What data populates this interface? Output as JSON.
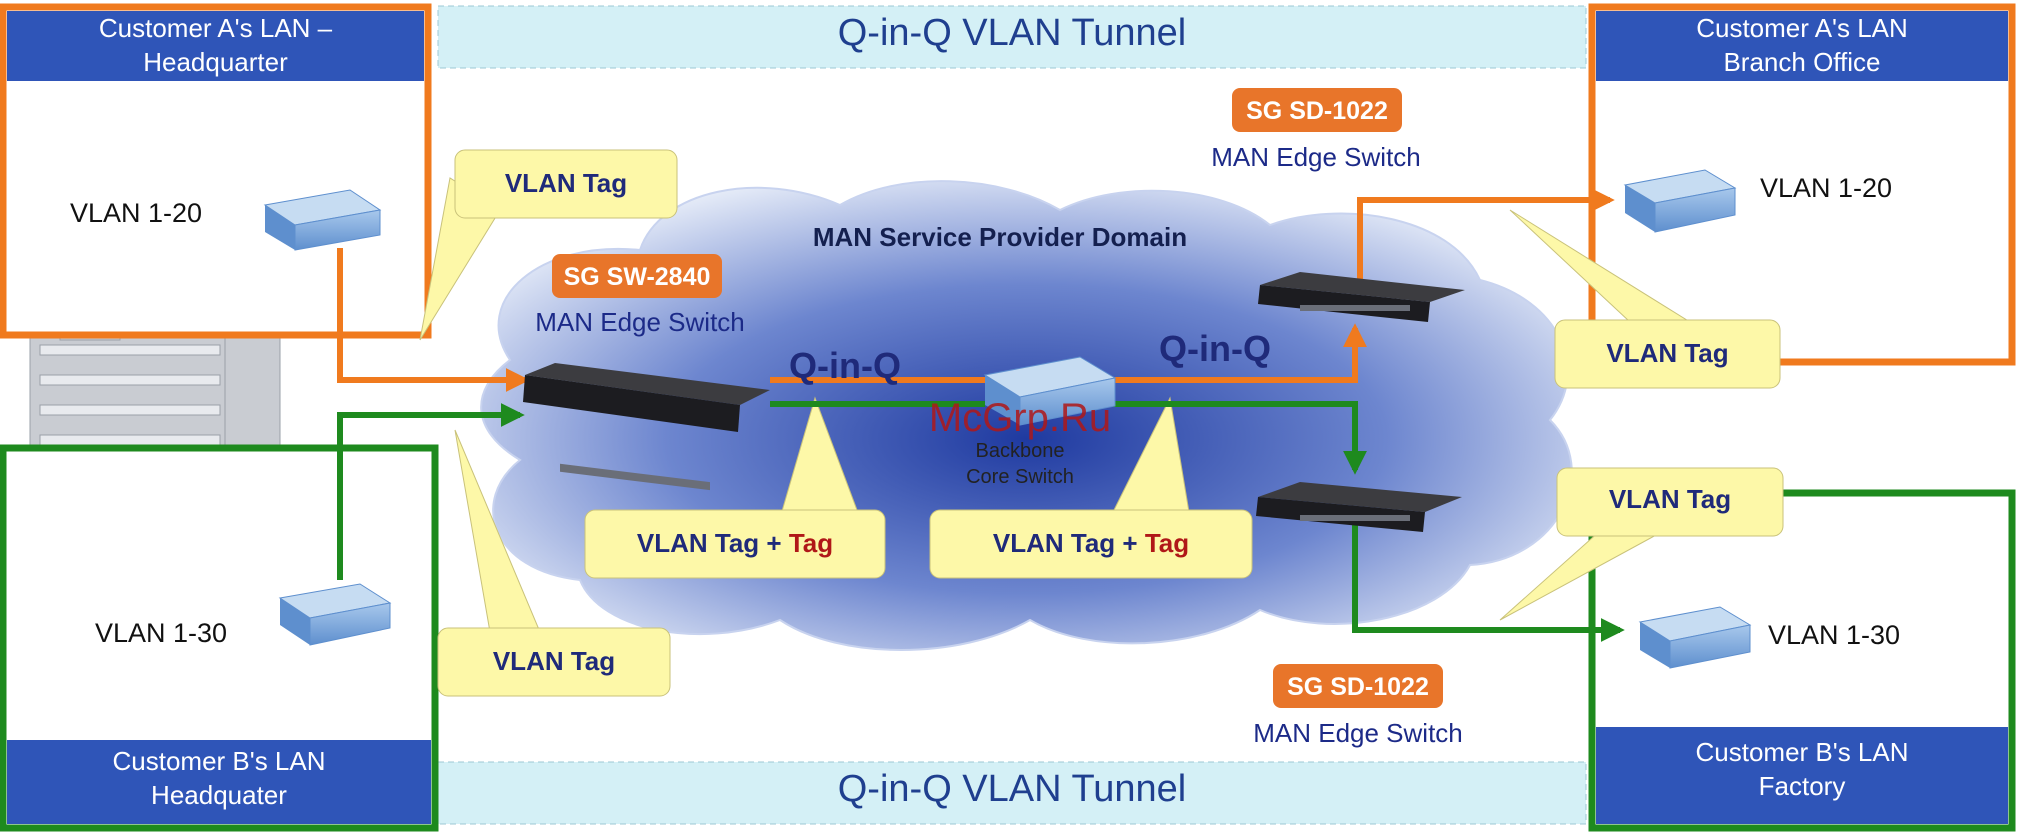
{
  "tunnels": {
    "top": "Q-in-Q VLAN Tunnel",
    "bottom": "Q-in-Q VLAN Tunnel"
  },
  "sites": {
    "a_hq": {
      "line1": "Customer A's LAN –",
      "line2": "Headquarter",
      "vlan": "VLAN 1-20"
    },
    "a_branch": {
      "line1": "Customer A's LAN",
      "line2": "Branch Office",
      "vlan": "VLAN 1-20"
    },
    "b_hq": {
      "line1": "Customer B's LAN",
      "line2": "Headquater",
      "vlan": "VLAN 1-30"
    },
    "b_factory": {
      "line1": "Customer B's LAN",
      "line2": "Factory",
      "vlan": "VLAN 1-30"
    }
  },
  "callouts": {
    "tag_a_hq": "VLAN Tag",
    "tag_b_hq": "VLAN Tag",
    "tag_a_branch": "VLAN Tag",
    "tag_b_factory": "VLAN Tag",
    "double_1": {
      "text": "VLAN Tag +",
      "emph": "Tag"
    },
    "double_2": {
      "text": "VLAN Tag +",
      "emph": "Tag"
    }
  },
  "switches": {
    "sw2840": {
      "model": "SG SW-2840",
      "role": "MAN Edge Switch"
    },
    "sd1022_top": {
      "model": "SG SD-1022",
      "role": "MAN Edge Switch"
    },
    "sd1022_bottom": {
      "model": "SG SD-1022",
      "role": "MAN Edge Switch"
    },
    "core_line1": "Backbone",
    "core_line2": "Core Switch"
  },
  "cloud_label": "MAN Service Provider Domain",
  "qinq_label_left": "Q-in-Q",
  "qinq_label_right": "Q-in-Q",
  "watermark": "McGrp.Ru",
  "colors": {
    "customer_a": "#f07a1e",
    "customer_b": "#1e8a1e",
    "header_blue": "#2f55b8",
    "tunnel_band": "#d4f0f6",
    "callout": "#fdf8a8",
    "model_badge": "#e8752a"
  }
}
